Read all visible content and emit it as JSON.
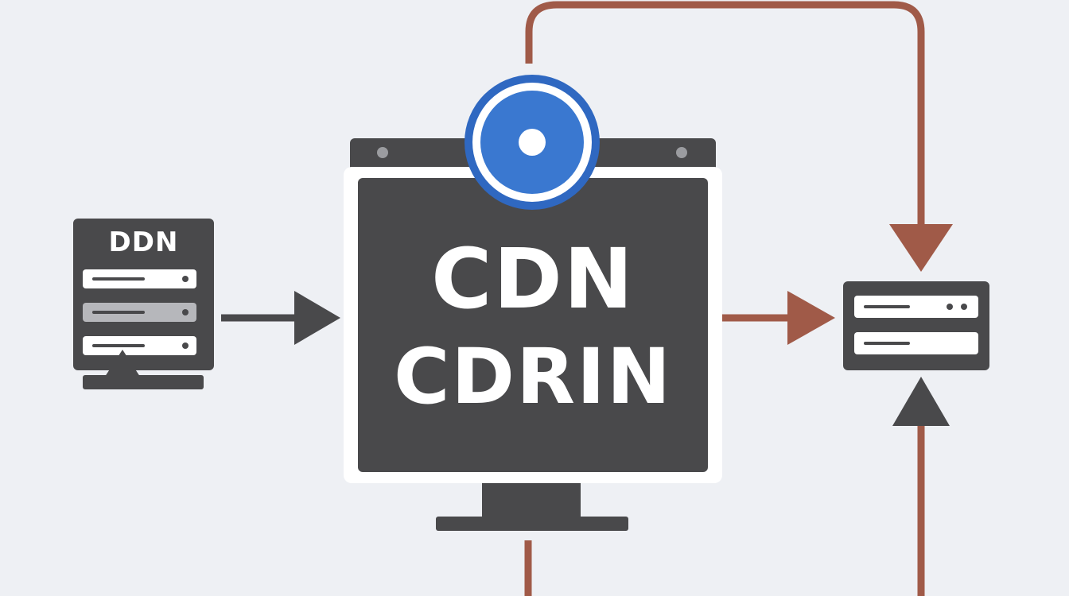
{
  "colors": {
    "background": "#eef0f4",
    "device_dark": "#49494b",
    "accent_blue": "#2f68c1",
    "connector_brown": "#a05a48",
    "connector_dark": "#49494b"
  },
  "left_server": {
    "label": "DDN",
    "bays": [
      {
        "state": "normal"
      },
      {
        "state": "active"
      },
      {
        "state": "normal"
      }
    ]
  },
  "monitor": {
    "line1": "CDN",
    "line2": "CDRIN"
  },
  "camera": {
    "icon": "camera-lens-icon"
  },
  "right_server": {
    "bays": 2
  },
  "connectors": [
    {
      "from": "left_server",
      "to": "monitor",
      "color": "dark"
    },
    {
      "from": "monitor",
      "to": "right_server",
      "color": "brown"
    },
    {
      "from": "monitor_top",
      "to": "right_server",
      "color": "brown"
    },
    {
      "from": "bottom",
      "to": "right_server",
      "color": "brown"
    }
  ]
}
